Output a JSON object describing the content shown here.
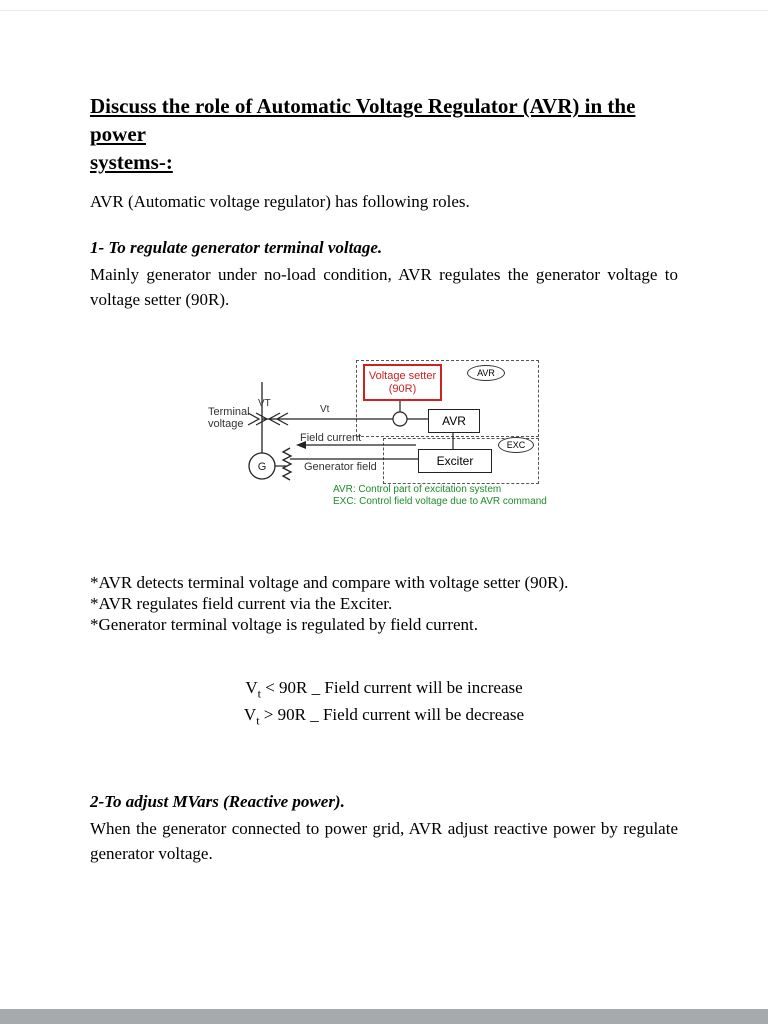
{
  "page": {
    "title_line1": "Discuss the role of Automatic Voltage Regulator (AVR) in the power",
    "title_line2": "systems-:",
    "intro": "AVR (Automatic voltage regulator) has following roles.",
    "section1": {
      "heading": "1- To regulate generator terminal voltage.",
      "body": "Mainly generator under no-load condition, AVR regulates the generator voltage to voltage setter (90R)."
    },
    "bullets": [
      "*AVR detects terminal voltage and compare with voltage setter (90R).",
      "*AVR regulates field current via the Exciter.",
      "*Generator terminal voltage is regulated by field current."
    ],
    "equations": [
      {
        "base": "V",
        "sub": "t",
        "rest": " < 90R _ Field current will be increase"
      },
      {
        "base": "V",
        "sub": "t",
        "rest": " > 90R _ Field current will be decrease"
      }
    ],
    "section2": {
      "heading": "2-To adjust MVars (Reactive power).",
      "body": "When the generator connected to power grid, AVR adjust reactive power by regulate generator voltage."
    }
  },
  "diagram": {
    "terminal_voltage_line1": "Terminal",
    "terminal_voltage_line2": "voltage",
    "vt_transformer_label": "VT",
    "vt_signal_label": "Vt",
    "generator_label": "G",
    "voltage_setter_line1": "Voltage setter",
    "voltage_setter_line2": "(90R)",
    "avr_box_label": "AVR",
    "avr_oval_label": "AVR",
    "exciter_label": "Exciter",
    "exc_oval_label": "EXC",
    "field_current_label": "Field current",
    "generator_field_label": "Generator field",
    "legend_line1": "AVR: Control part of excitation system",
    "legend_line2": "EXC: Control field voltage due to AVR command",
    "colors": {
      "voltage_setter_red": "#cc2222",
      "legend_green": "#1f8b2c"
    }
  }
}
